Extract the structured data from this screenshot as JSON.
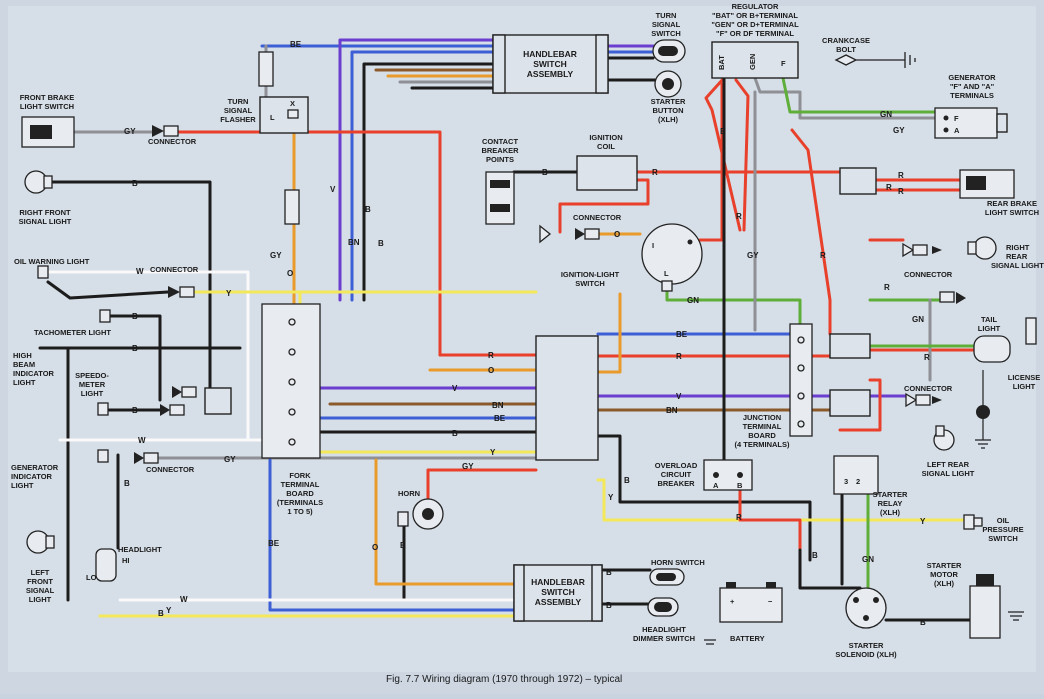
{
  "caption": "Fig. 7.7  Wiring diagram (1970 through 1972) – typical",
  "colors": {
    "R": "#e8402a",
    "B": "#1c1c1c",
    "Y": "#f2e85a",
    "V": "#6a3fd0",
    "BE": "#3d5fd6",
    "BN": "#8a5a2a",
    "GY": "#8e9096",
    "GN": "#5fae3a",
    "O": "#e89a2a",
    "W": "#f4f4f4"
  },
  "labels": {
    "turn_signal_switch": "TURN\nSIGNAL\nSWITCH",
    "handlebar_switch_top": "HANDLEBAR\nSWITCH\nASSEMBLY",
    "handlebar_switch_bottom": "HANDLEBAR\nSWITCH\nASSEMBLY",
    "starter_button": "STARTER\nBUTTON\n(XLH)",
    "regulator": "REGULATOR\n\"BAT\" OR B+TERMINAL\n\"GEN\" OR D+TERMINAL\n\"F\" OR DF TERMINAL",
    "reg_bat": "BAT",
    "reg_gen": "GEN",
    "reg_f": "F",
    "crankcase_bolt": "CRANKCASE\nBOLT",
    "generator": "GENERATOR\n\"F\" AND \"A\"\nTERMINALS",
    "gen_f": "F",
    "gen_a": "A",
    "front_brake": "FRONT BRAKE\nLIGHT SWITCH",
    "turn_flasher": "TURN\nSIGNAL\nFLASHER",
    "flasher_l": "L",
    "flasher_x": "X",
    "connector": "CONNECTOR",
    "contact_breaker": "CONTACT\nBREAKER\nPOINTS",
    "ignition_coil": "IGNITION\nCOIL",
    "rear_brake": "REAR BRAKE\nLIGHT SWITCH",
    "right_front_signal": "RIGHT FRONT\nSIGNAL LIGHT",
    "oil_warning": "OIL WARNING LIGHT",
    "ignition_light_switch": "IGNITION-LIGHT\nSWITCH",
    "right_rear_signal": "RIGHT\nREAR\nSIGNAL LIGHT",
    "tachometer": "TACHOMETER LIGHT",
    "tail_light": "TAIL\nLIGHT",
    "high_beam": "HIGH\nBEAM\nINDICATOR\nLIGHT",
    "speedometer": "SPEEDO-\nMETER\nLIGHT",
    "license_light": "LICENSE\nLIGHT",
    "junction_board": "JUNCTION\nTERMINAL\nBOARD\n(4 TERMINALS)",
    "generator_indicator": "GENERATOR\nINDICATOR\nLIGHT",
    "overload_breaker": "OVERLOAD\nCIRCUIT\nBREAKER",
    "left_rear_signal": "LEFT REAR\nSIGNAL LIGHT",
    "fork_board": "FORK\nTERMINAL\nBOARD\n(TERMINALS\n1 TO 5)",
    "horn": "HORN",
    "starter_relay": "STARTER\nRELAY\n(XLH)",
    "relay_2": "2",
    "relay_3": "3",
    "oil_pressure": "OIL\nPRESSURE\nSWITCH",
    "headlight": "HEADLIGHT",
    "hi": "HI",
    "lo": "LO",
    "left_front_signal": "LEFT\nFRONT\nSIGNAL\nLIGHT",
    "horn_switch": "HORN SWITCH",
    "starter_motor": "STARTER\nMOTOR\n(XLH)",
    "battery": "BATTERY",
    "headlight_dimmer": "HEADLIGHT\nDIMMER SWITCH",
    "starter_solenoid": "STARTER\nSOLENOID (XLH)",
    "breaker_a": "A",
    "breaker_b": "B",
    "ign_i": "I",
    "ign_l": "L"
  },
  "wire_codes": {
    "BE": "BE",
    "GY": "GY",
    "B": "B",
    "R": "R",
    "W": "W",
    "Y": "Y",
    "V": "V",
    "BN": "BN",
    "O": "O",
    "GN": "GN"
  }
}
